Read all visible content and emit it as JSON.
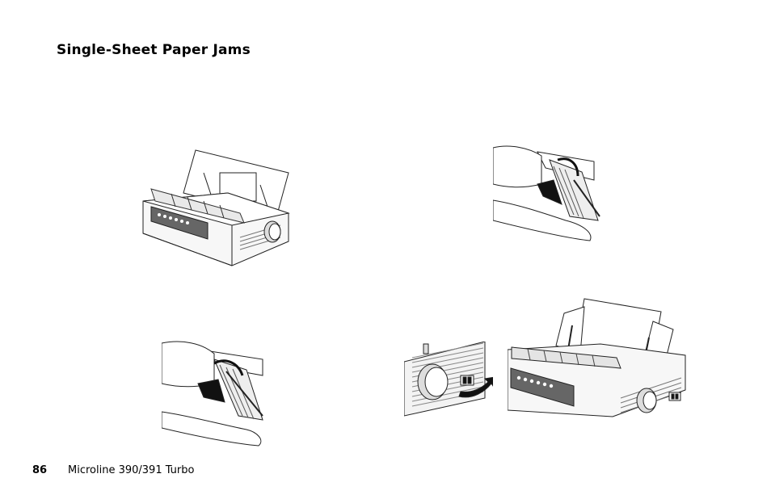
{
  "page": {
    "title": "Single-Sheet Paper Jams",
    "footer": {
      "page_number": "86",
      "product": "Microline 390/391 Turbo"
    }
  },
  "figures": [
    {
      "name": "printer-with-paper-separator",
      "icon": "printer-illustration"
    },
    {
      "name": "hands-lifting-paper-separator",
      "icon": "hands-illustration"
    },
    {
      "name": "hands-removing-jammed-paper",
      "icon": "hands-illustration"
    },
    {
      "name": "platen-knob-rotation-detail",
      "icon": "knob-illustration"
    },
    {
      "name": "printer-with-sheet-loaded",
      "icon": "printer-illustration"
    }
  ]
}
